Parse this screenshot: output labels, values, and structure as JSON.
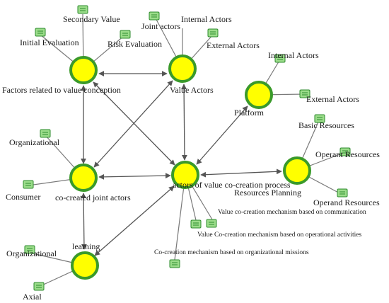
{
  "diagram": {
    "colors": {
      "node_fill": "#ffff00",
      "node_ring": "#3a9a2a",
      "edge": "#6a6a6a",
      "memo_fill": "#9bdc8a",
      "memo_border": "#2e8b2e"
    },
    "icon": "memo-icon",
    "hubs": {
      "value_conception": "Factors related to value conception",
      "value_actors": "Value Actors",
      "platform": "Platform",
      "joint_actors": "co-created joint actors",
      "process": "actors of value co-creation process",
      "resources": "Resources Planning",
      "learning": "learning"
    },
    "leaves": {
      "secondary_value": "Secondary Value",
      "initial_evaluation": "Initial Evaluation",
      "risk_evaluation": "Risk Evaluation",
      "joint_actors_va": "Joint actors",
      "internal_actors_va": "Internal Actors",
      "external_actors_va": "External Actors",
      "internal_actors_pf": "Internal Actors",
      "external_actors_pf": "External Actors",
      "basic_resources": "Basic Resources",
      "operant_resources": "Operant Resources",
      "operand_resources": "Operand Resources",
      "organizational_ja": "Organizational",
      "consumer": "Consumer",
      "mech_communication": "Value co-creation mechanism based on communication",
      "mech_operational": "Value Co-creation mechanism based on operational activities",
      "mech_missions": "Co-creation mechanism based on organizational missions",
      "organizational_ln": "Organizational",
      "axial": "Axial"
    }
  }
}
